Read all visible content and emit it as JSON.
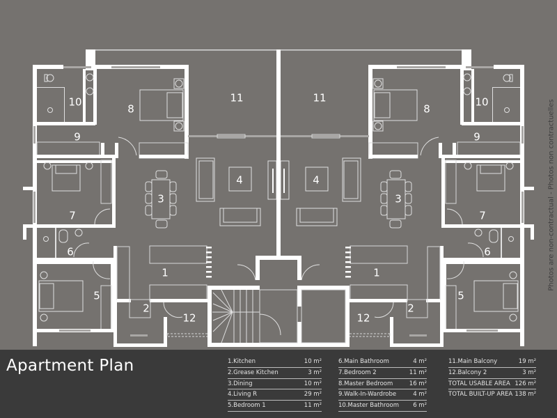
{
  "title": "Apartment Plan",
  "disclaimer": "Photos are non-contractual - Photos non contractuelles",
  "colors": {
    "background": "#75726f",
    "walls": "#ffffff",
    "legend_panel": "#3a3a3a",
    "legend_text": "#e4e4e4"
  },
  "plan": {
    "room_labels": {
      "kitchen": "1",
      "grease_kitchen": "2",
      "dining": "3",
      "living": "4",
      "bedroom_1": "5",
      "main_bathroom": "6",
      "bedroom_2": "7",
      "master_bedroom": "8",
      "walk_in_wardrobe": "9",
      "master_bathroom": "10",
      "main_balcony": "11",
      "balcony_2": "12"
    }
  },
  "legend": {
    "columns": [
      [
        {
          "name": "1.Kitchen",
          "area": "10 m²"
        },
        {
          "name": "2.Grease Kitchen",
          "area": "3 m²"
        },
        {
          "name": "3.Dining",
          "area": "10 m²"
        },
        {
          "name": "4.Living R",
          "area": "29 m²"
        },
        {
          "name": "5.Bedroom 1",
          "area": "11 m²"
        }
      ],
      [
        {
          "name": "6.Main Bathroom",
          "area": "4 m²"
        },
        {
          "name": "7.Bedroom 2",
          "area": "11 m²"
        },
        {
          "name": "8.Master Bedroom",
          "area": "16 m²"
        },
        {
          "name": "9.Walk-In-Wardrobe",
          "area": "4 m²"
        },
        {
          "name": "10.Master Bathroom",
          "area": "6 m²"
        }
      ],
      [
        {
          "name": "11.Main Balcony",
          "area": "19 m²"
        },
        {
          "name": "12.Balcony 2",
          "area": "3 m²"
        },
        {
          "name": "TOTAL USABLE AREA",
          "area": "126 m²"
        },
        {
          "name": "TOTAL BUILT-UP AREA",
          "area": "138 m²"
        }
      ]
    ]
  }
}
